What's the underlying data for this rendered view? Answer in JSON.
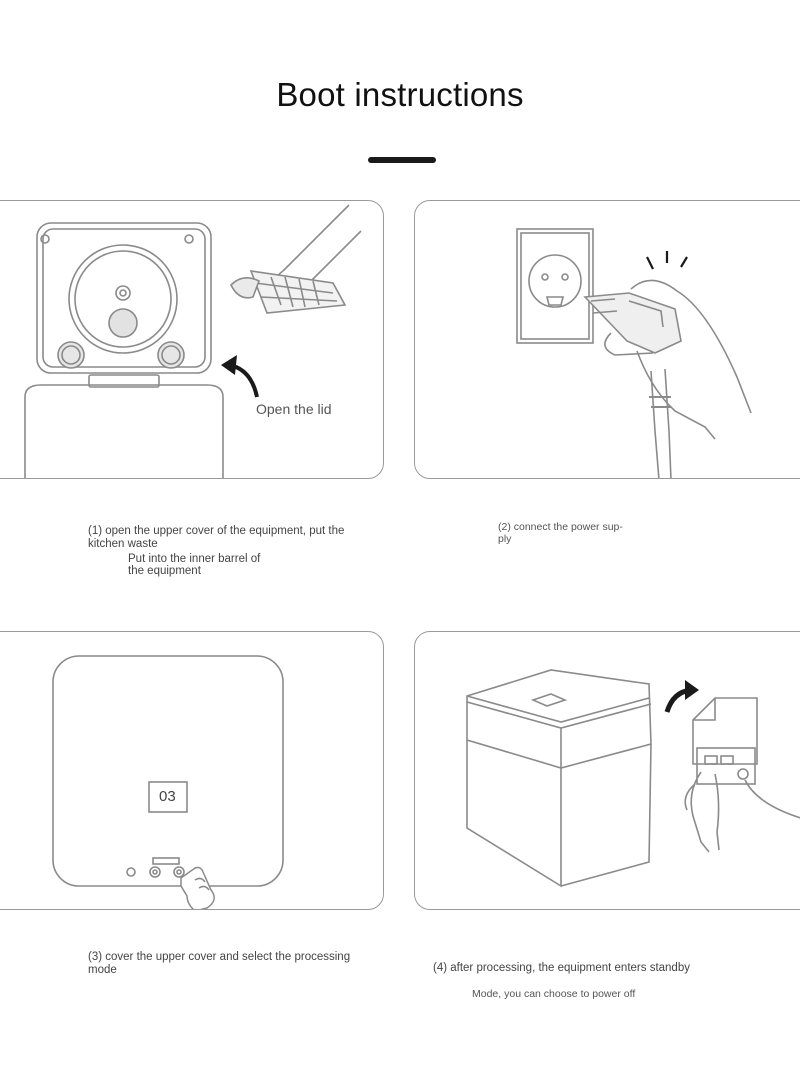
{
  "page": {
    "title": "Boot instructions"
  },
  "steps": [
    {
      "caption_line1": "(1) open the upper cover of the equipment, put the",
      "caption_line2": "kitchen waste",
      "caption_line3": "Put into the inner barrel of",
      "caption_line4": "the equipment",
      "annotation": "Open the lid"
    },
    {
      "caption_line1": "(2) connect the power sup-",
      "caption_line2": "ply"
    },
    {
      "caption_line1": "(3) cover the upper cover and select the processing",
      "caption_line2": "mode",
      "display_value": "03"
    },
    {
      "caption_line1": "(4) after processing, the equipment enters standby",
      "caption_line2": "Mode, you can choose to power off"
    }
  ],
  "icons": [
    "open-lid-arrow-icon",
    "power-plug-icon",
    "hand-pointer-icon",
    "flip-arrow-icon"
  ],
  "colors": {
    "line": "#8c8c8c",
    "text": "#444444",
    "title": "#111111",
    "accent_bar": "#1a1a1a"
  }
}
